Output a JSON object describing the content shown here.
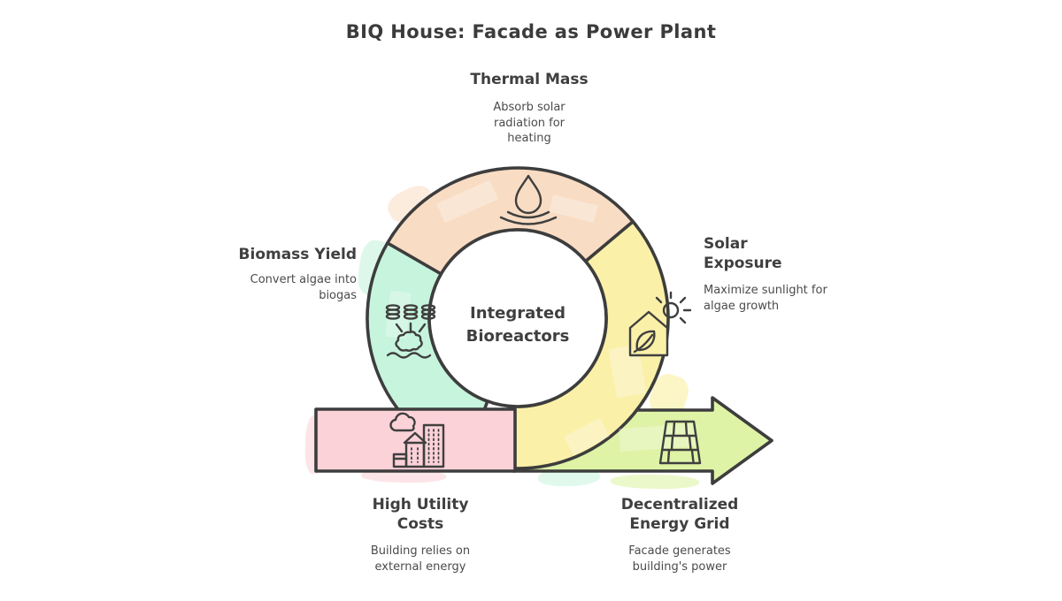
{
  "title": "BIQ House: Facade as Power Plant",
  "center": {
    "label": "Integrated Bioreactors"
  },
  "nodes": [
    {
      "label": "Thermal Mass",
      "description": "Absorb solar radiation for heating",
      "color": "#f8dcc3",
      "icon": "water-drop-icon"
    },
    {
      "label": "Solar Exposure",
      "description": "Maximize sunlight for algae growth",
      "color": "#faf0a8",
      "icon": "house-leaf-sun-icon"
    },
    {
      "label": "Biomass Yield",
      "description": "Convert algae into biogas",
      "color": "#c6f4dc",
      "icon": "coins-biogas-icon"
    },
    {
      "label": "High Utility Costs",
      "description": "Building relies on external energy",
      "color": "#fbd2d8",
      "icon": "city-buildings-icon"
    },
    {
      "label": "Decentralized Energy Grid",
      "description": "Facade generates building's power",
      "color": "#def3a6",
      "icon": "solar-panel-icon"
    }
  ],
  "colors": {
    "outline": "#3d3d3d",
    "heading_text": "#3f3f3f",
    "body_text": "#4b4b4b",
    "background": "#ffffff",
    "center_fill": "#ffffff"
  }
}
